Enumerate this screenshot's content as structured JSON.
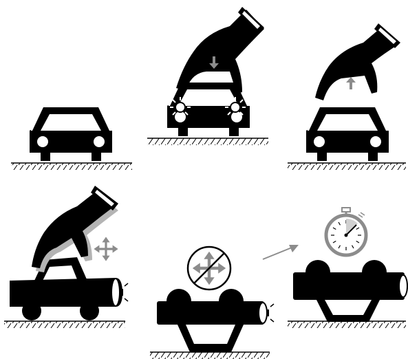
{
  "colors": {
    "ink": "#000000",
    "arrow_gray": "#8c8c8c",
    "shadow_gray": "#b4b4b4",
    "background": "#ffffff"
  },
  "panels": [
    {
      "id": "p1",
      "state": "car-parked-upright",
      "icons": []
    },
    {
      "id": "p2",
      "state": "hand-pressing-down-lights-flashing",
      "icons": [
        "down-arrow-icon",
        "flash-light-icon"
      ]
    },
    {
      "id": "p3",
      "state": "hand-releasing-car",
      "icons": [
        "up-arrow-icon"
      ]
    },
    {
      "id": "p4",
      "state": "hand-tilting-car-on-side",
      "icons": [
        "move-cross-arrows-icon",
        "tail-light-icon"
      ]
    },
    {
      "id": "p5",
      "state": "car-flipped-upside-down",
      "icons": [
        "no-movement-icon",
        "tail-light-icon"
      ]
    },
    {
      "id": "p6",
      "state": "car-flipped-waiting",
      "icons": [
        "next-step-arrow-icon",
        "stopwatch-icon"
      ]
    }
  ]
}
